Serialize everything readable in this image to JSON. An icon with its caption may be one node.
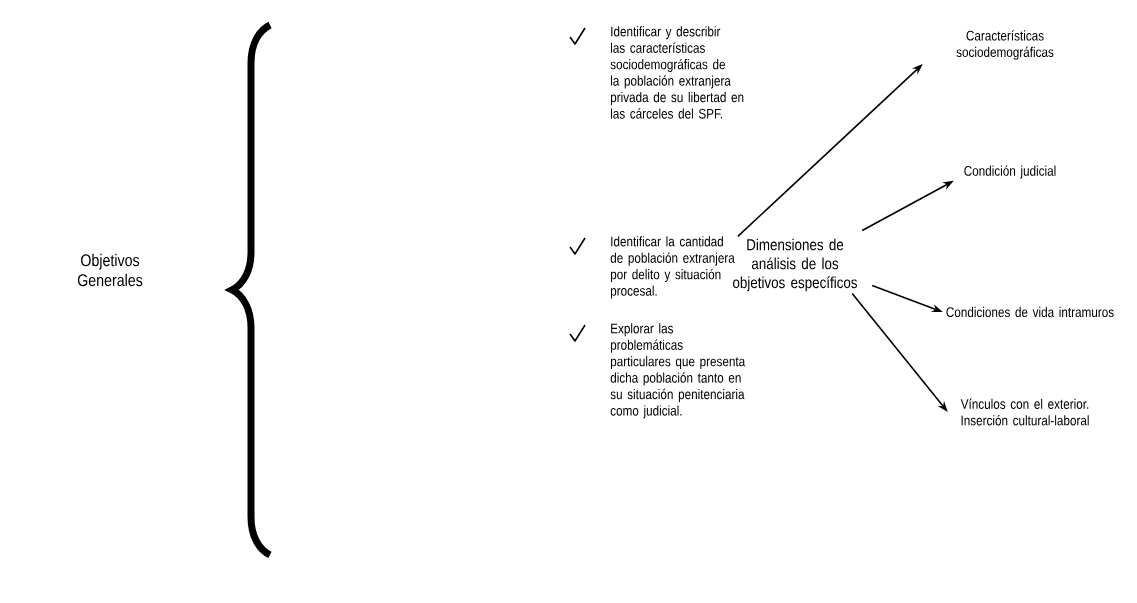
{
  "diagram": {
    "nodes": [
      {
        "text": [
          "Dimensiones de análisis de los objetivos específicos"
        ]
      },
      {
        "text": [
          "Características sociodemográficas"
        ]
      },
      {
        "text": [
          "Condición judicial"
        ]
      },
      {
        "text": [
          "Condiciones de vida intramuros"
        ]
      },
      {
        "text": [
          "Vínculos con el exterior. Inserción cultural-laboral"
        ]
      }
    ],
    "edges": [
      {
        "from": 0,
        "to": 1,
        "arrow": "to"
      },
      {
        "from": 0,
        "to": 2,
        "arrow": "to"
      },
      {
        "from": 0,
        "to": 3,
        "arrow": "to"
      },
      {
        "from": 0,
        "to": 4,
        "arrow": "to"
      }
    ],
    "labels": [
      "Objetivos Generales",
      "Identificar y describir las características sociodemográficas de la población extranjera privada de su libertad en las cárceles del SPF.",
      "Identificar la cantidad de población extranjera por delito y situación procesal.",
      "Explorar las problemáticas particulares que presenta dicha población tanto en su situación penitenciaria como judicial."
    ]
  }
}
